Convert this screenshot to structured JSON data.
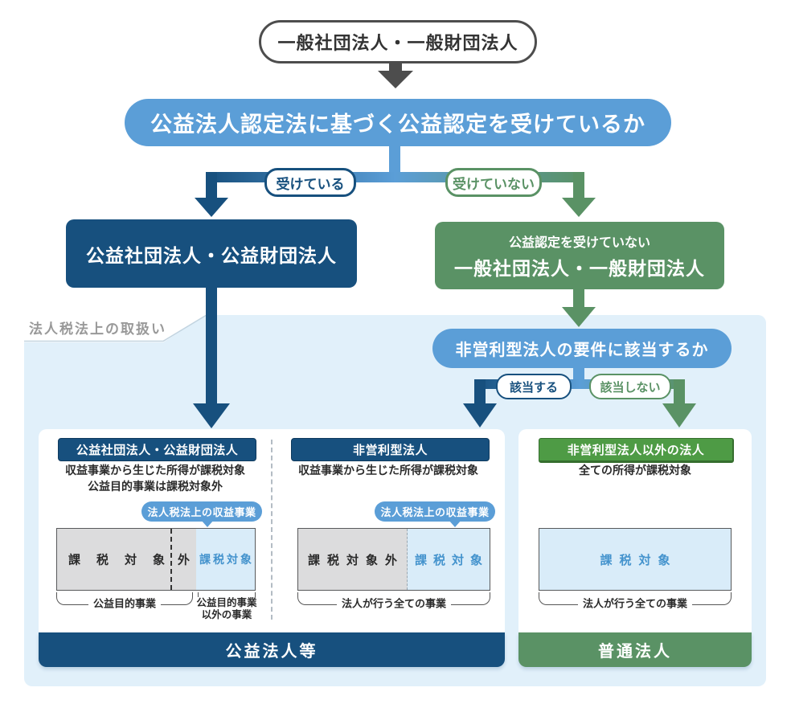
{
  "flow": {
    "root_box": "一般社団法人・一般財団法人",
    "question1": "公益法人認定法に基づく公益認定を受けているか",
    "branch_yes": "受けている",
    "branch_no": "受けていない",
    "koeki_box": "公益社団法人・公益財団法人",
    "ippan_box": {
      "line1": "公益認定を受けていない",
      "line2": "一般社団法人・一般財団法人"
    },
    "question2": "非営利型法人の要件に該当するか",
    "branch_match": "該当する",
    "branch_nomatch": "該当しない"
  },
  "tax_section": {
    "label": "法人税法上の取扱い",
    "columns": [
      {
        "header": "公益社団法人・公益財団法人",
        "desc": {
          "line1": "収益事業から生じた所得が課税対象",
          "line2": "公益目的事業は課税対象外"
        },
        "callout": "法人税法上の収益事業",
        "bar": {
          "non_taxable": "課税対象",
          "non_taxable_suffix": "外",
          "taxable": "課税対象"
        },
        "brackets": {
          "left": "公益目的事業",
          "right_line1": "公益目的事業",
          "right_line2": "以外の事業"
        }
      },
      {
        "header": "非営利型法人",
        "desc": {
          "line1": "収益事業から生じた所得が課税対象"
        },
        "callout": "法人税法上の収益事業",
        "bar": {
          "non_taxable": "課税対象外",
          "taxable": "課税対象"
        },
        "brackets": {
          "full": "法人が行う全ての事業"
        }
      },
      {
        "header": "非営利型法人以外の法人",
        "desc": {
          "line1": "全ての所得が課税対象"
        },
        "bar": {
          "taxable": "課税対象"
        },
        "brackets": {
          "full": "法人が行う全ての事業"
        }
      }
    ],
    "footer_left": "公益法人等",
    "footer_right": "普通法人"
  },
  "colors": {
    "navy": "#17507e",
    "blue": "#5b9ed7",
    "green": "#5a9265",
    "bright_green": "#4e9b45",
    "container_bg": "#e1f0fa",
    "taxable_fill": "#d9ecf9",
    "non_taxable_fill": "#dcdcdd",
    "taxable_text": "#4493cd",
    "dark_gray": "#4d4d4d"
  }
}
